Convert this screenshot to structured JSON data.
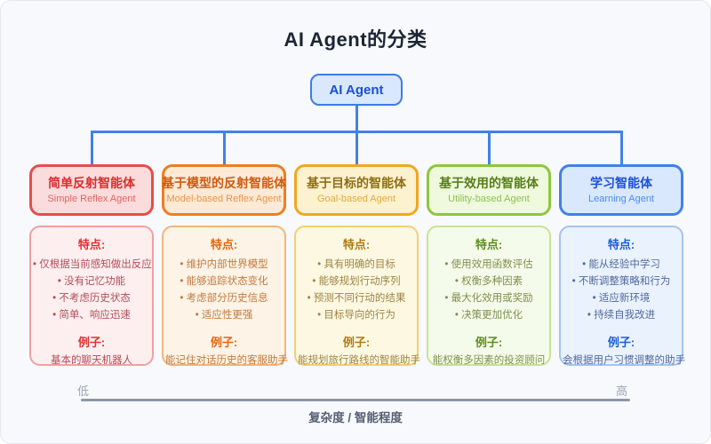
{
  "title": "AI Agent的分类",
  "root": {
    "label": "AI Agent"
  },
  "categories": [
    {
      "name": "简单反射智能体",
      "name_en": "Simple Reflex Agent",
      "features_label": "特点:",
      "features": [
        "仅根据当前感知做出反应",
        "没有记忆功能",
        "不考虑历史状态",
        "简单、响应迅速"
      ],
      "example_label": "例子:",
      "example": "基本的聊天机器人",
      "color": {
        "border": "#e84c4c",
        "bg": "#fbdcdc",
        "title": "#da2d2d",
        "card_border": "#f2a0a0",
        "card_bg": "#fdeff0",
        "text": "#b24d58"
      }
    },
    {
      "name": "基于模型的反射智能体",
      "name_en": "Model-based Reflex Agent",
      "features_label": "特点:",
      "features": [
        "维护内部世界模型",
        "能够追踪状态变化",
        "考虑部分历史信息",
        "适应性更强"
      ],
      "example_label": "例子:",
      "example": "能记住对话历史的客服助手",
      "color": {
        "border": "#ee7e1e",
        "bg": "#fcead6",
        "title": "#cf5a0e",
        "card_border": "#f3b579",
        "card_bg": "#fdf3e6",
        "text": "#c17a3f"
      }
    },
    {
      "name": "基于目标的智能体",
      "name_en": "Goal-based Agent",
      "features_label": "特点:",
      "features": [
        "具有明确的目标",
        "能够规划行动序列",
        "预测不同行动的结果",
        "目标导向的行为"
      ],
      "example_label": "例子:",
      "example": "能规划旅行路线的智能助手",
      "color": {
        "border": "#f1a71f",
        "bg": "#fdf2cf",
        "title": "#8f6e15",
        "card_border": "#f5d06f",
        "card_bg": "#fdf8e2",
        "text": "#9d8545"
      }
    },
    {
      "name": "基于效用的智能体",
      "name_en": "Utility-based Agent",
      "features_label": "特点:",
      "features": [
        "使用效用函数评估",
        "权衡多种因素",
        "最大化效用或奖励",
        "决策更加优化"
      ],
      "example_label": "例子:",
      "example": "能权衡多因素的投资顾问",
      "color": {
        "border": "#8dc63f",
        "bg": "#eff9dd",
        "title": "#577e19",
        "card_border": "#c5e495",
        "card_bg": "#f5fbea",
        "text": "#7e914f"
      }
    },
    {
      "name": "学习智能体",
      "name_en": "Learning Agent",
      "features_label": "特点:",
      "features": [
        "能从经验中学习",
        "不断调整策略和行为",
        "适应新环境",
        "持续自我改进"
      ],
      "example_label": "例子:",
      "example": "会根据用户习惯调整的助手",
      "color": {
        "border": "#4181e8",
        "bg": "#d9e8fc",
        "title": "#1d4fd8",
        "card_border": "#a3c4f3",
        "card_bg": "#eaf2fd",
        "text": "#51699e"
      }
    }
  ],
  "axis": {
    "low_label": "低",
    "high_label": "高",
    "caption": "复杂度 / 智能程度"
  },
  "colors": {
    "connector": "#4181e8",
    "background": "#f8f9fc",
    "title_text": "#1b2535",
    "axis_line": "#8c96a8"
  }
}
